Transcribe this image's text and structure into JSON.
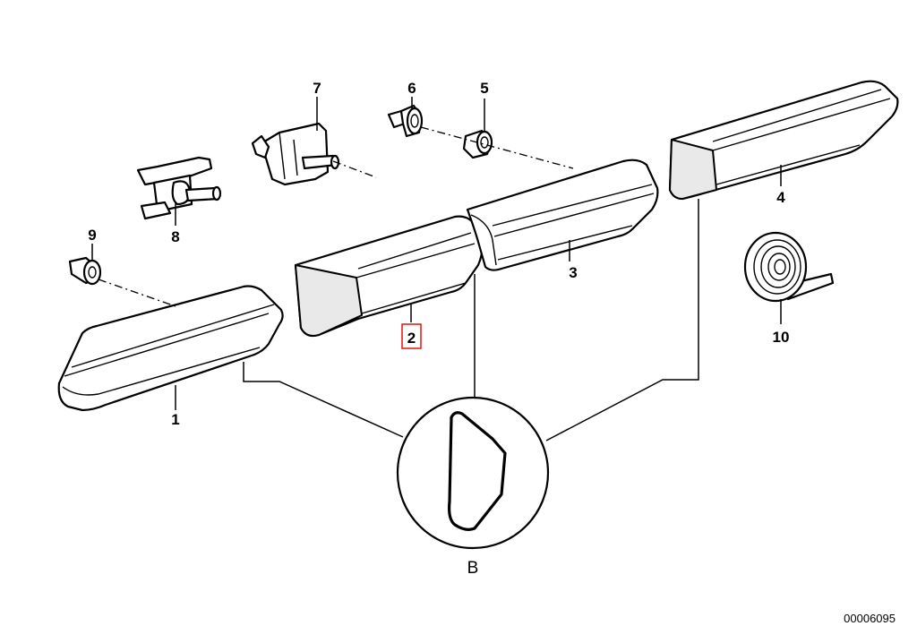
{
  "callouts": {
    "p1": "1",
    "p2": "2",
    "p3": "3",
    "p4": "4",
    "p5": "5",
    "p6": "6",
    "p7": "7",
    "p8": "8",
    "p9": "9",
    "p10": "10"
  },
  "highlighted_callout": "2",
  "highlight_color": "#e8211b",
  "detail_view": {
    "label": "B"
  },
  "document_number": "00006095"
}
